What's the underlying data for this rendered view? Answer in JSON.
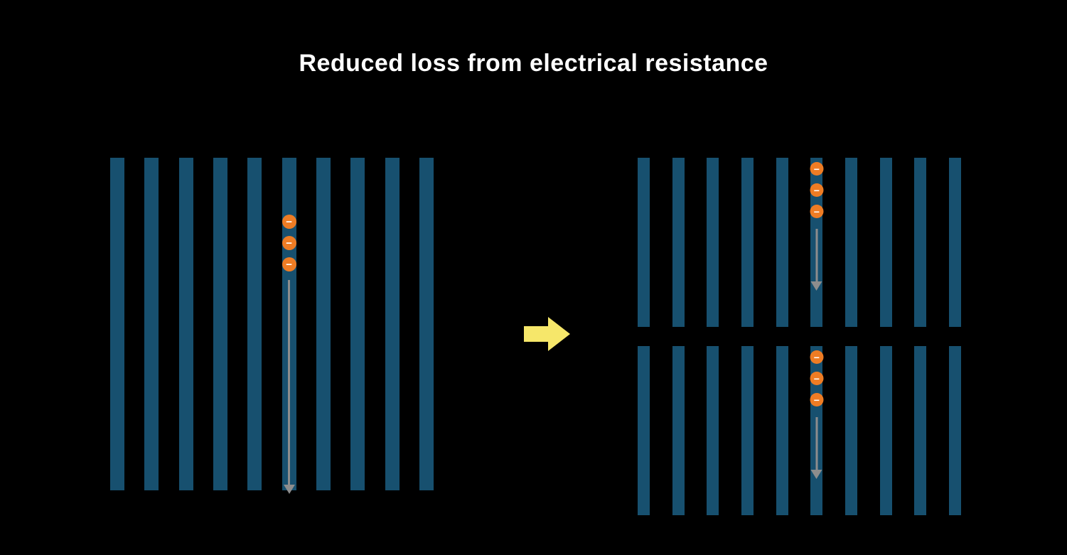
{
  "title": "Reduced loss from electrical resistance",
  "electron_symbol": "−",
  "colors": {
    "background": "#000000",
    "title": "#ffffff",
    "bar": "#17506f",
    "electron_fill": "#ee7c24",
    "electron_symbol_color": "#ffffff",
    "flow_arrow": "#8d8d8d",
    "transition_arrow": "#f6e76a"
  },
  "panels": [
    {
      "id": "full-cell",
      "bar_count": 10,
      "electron_count": 3,
      "electron_column_index": 5
    },
    {
      "id": "half-cell-top",
      "bar_count": 10,
      "electron_count": 3,
      "electron_column_index": 5
    },
    {
      "id": "half-cell-bottom",
      "bar_count": 10,
      "electron_count": 3,
      "electron_column_index": 5
    }
  ],
  "transition": {
    "direction": "right"
  }
}
